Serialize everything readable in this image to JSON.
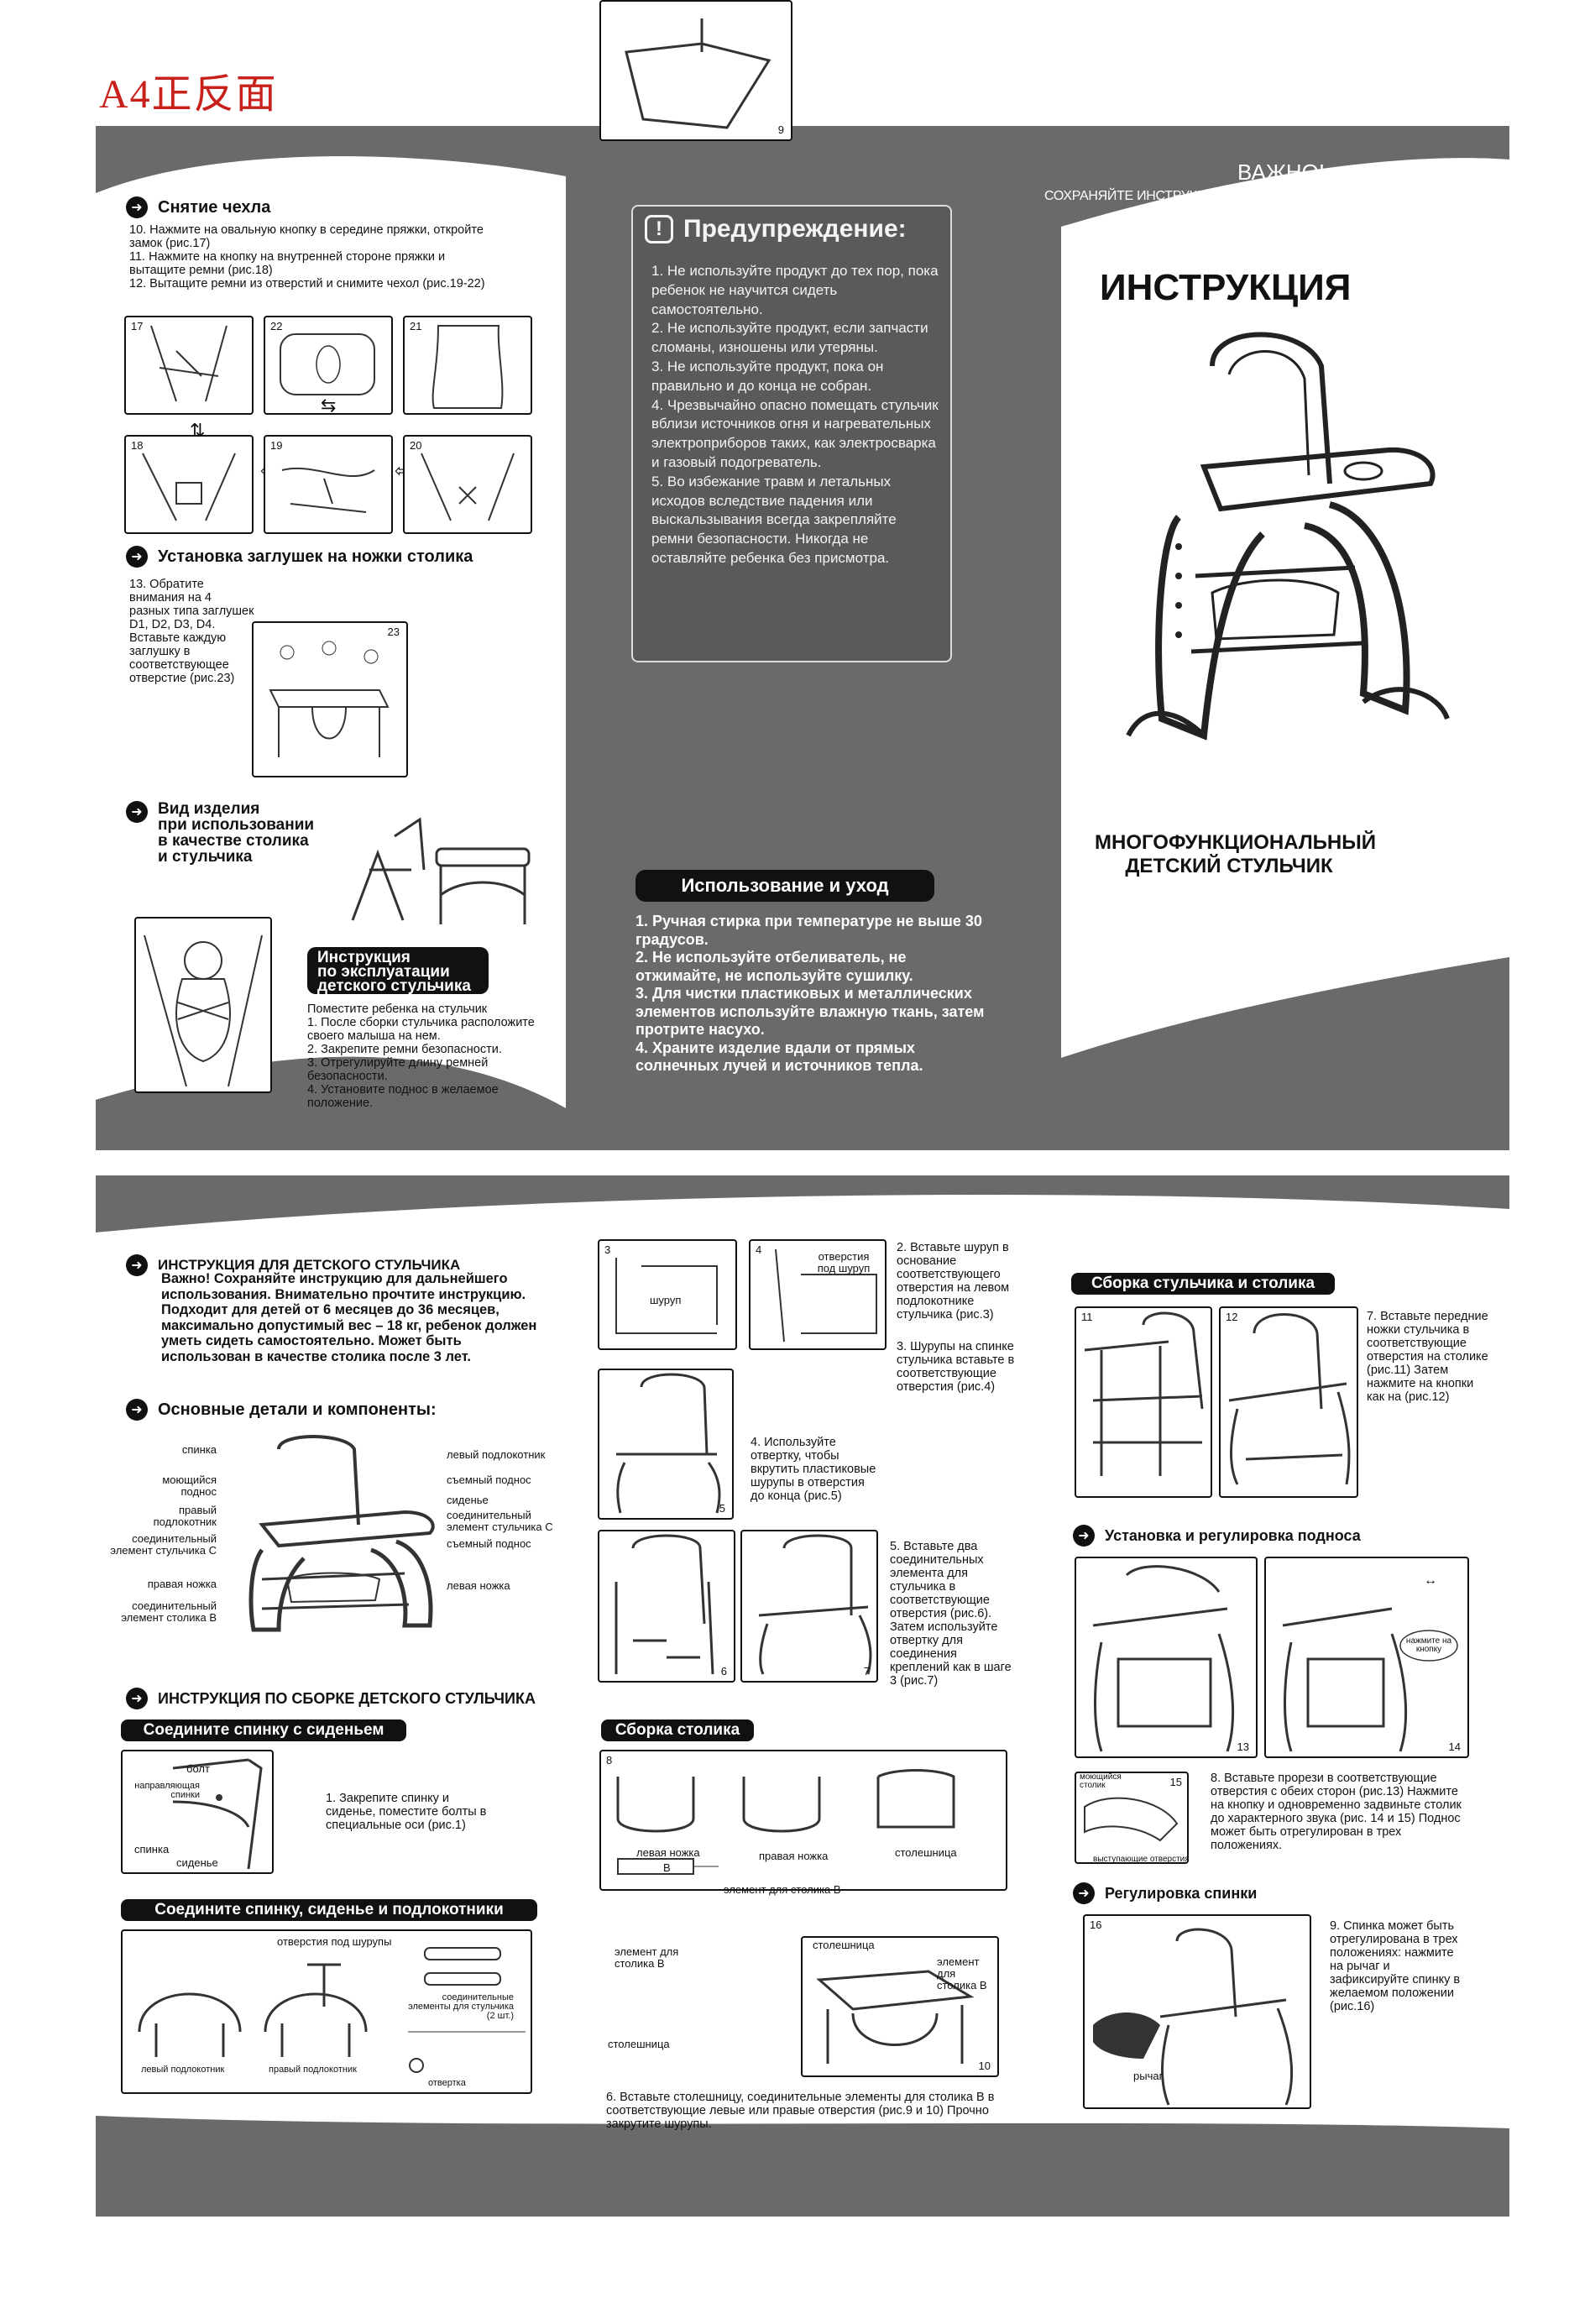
{
  "page_label": "A4正反面",
  "front": {
    "cover": {
      "important_title": "ВАЖНО!",
      "important_sub": "СОХРАНЯЙТЕ ИНСТРУКЦИЮ ДЛЯ ДАЛЬНЕЙШЕГО ИСПОЛЬЗОВАНИЯ",
      "title": "ИНСТРУКЦИЯ",
      "product_line1": "МНОГОФУНКЦИОНАЛЬНЫЙ",
      "product_line2": "ДЕТСКИЙ СТУЛЬЧИК"
    },
    "cover_removal": {
      "heading": "Снятие чехла",
      "steps": [
        "10. Нажмите на овальную кнопку в середине пряжки, откройте замок (рис.17)",
        "11. Нажмите на кнопку на внутренней стороне пряжки и вытащите ремни (рис.18)",
        "12. Вытащите ремни из отверстий и снимите чехол (рис.19-22)"
      ],
      "fig_nums": [
        "17",
        "22",
        "21",
        "18",
        "19",
        "20"
      ]
    },
    "plugs": {
      "heading": "Установка заглушек на ножки столика",
      "text": "13. Обратите внимания на 4 разных типа заглушек D1, D2, D3, D4. Вставьте каждую заглушку в соответствующее отверстие (рис.23)",
      "fig_num": "23"
    },
    "table_view": {
      "heading_l1": "Вид изделия",
      "heading_l2": "при использовании",
      "heading_l3": "в качестве столика",
      "heading_l4": "и стульчика"
    },
    "usage": {
      "pill_l1": "Инструкция",
      "pill_l2": "по эксплуатации",
      "pill_l3": "детского стульчика",
      "intro": "Поместите ребенка на стульчик",
      "steps": [
        "1. После сборки стульчика расположите своего малыша на нем.",
        "2. Закрепите ремни безопасности.",
        "3. Отрегулируйте длину ремней безопасности.",
        "4. Установите поднос в желаемое положение."
      ]
    },
    "warning": {
      "title": "Предупреждение:",
      "items": [
        "1. Не используйте продукт до тех пор, пока ребенок не научится сидеть самостоятельно.",
        "2. Не используйте продукт, если запчасти сломаны, изношены или утеряны.",
        "3. Не используйте продукт, пока он правильно и до конца не собран.",
        "4. Чрезвычайно опасно помещать стульчик вблизи источников огня и нагревательных электроприборов таких, как электросварка и газовый подогреватель.",
        "5. Во избежание травм и летальных исходов вследствие падения или выскальзывания всегда закрепляйте ремни безопасности. Никогда не оставляйте ребенка без присмотра."
      ]
    },
    "care": {
      "title": "Использование и уход",
      "items": [
        "1. Ручная стирка при температуре не выше 30 градусов.",
        "2. Не используйте отбеливатель, не отжимайте, не используйте сушилку.",
        "3. Для чистки пластиковых и металлических элементов используйте влажную ткань, затем протрите насухо.",
        "4. Храните изделие вдали от прямых солнечных лучей и источников тепла."
      ]
    }
  },
  "back": {
    "intro": {
      "heading": "ИНСТРУКЦИЯ ДЛЯ ДЕТСКОГО СТУЛЬЧИКА",
      "text": "Важно! Сохраняйте инструкцию для дальнейшего использования. Внимательно прочтите инструкцию. Подходит для детей от 6 месяцев до 36 месяцев, максимально допустимый вес – 18 кг, ребенок должен уметь сидеть самостоятельно. Может быть использован в качестве столика после 3 лет."
    },
    "parts": {
      "heading": "Основные детали и компоненты:",
      "left_labels": [
        "спинка",
        "моющийся поднос",
        "правый подлокотник",
        "соединительный элемент стульчика С",
        "правая ножка",
        "соединительный элемент столика В"
      ],
      "right_labels": [
        "левый подлокотник",
        "съемный поднос",
        "сиденье",
        "соединительный элемент стульчика С",
        "съемный поднос",
        "левая ножка"
      ]
    },
    "assembly": {
      "heading": "ИНСТРУКЦИЯ ПО СБОРКЕ ДЕТСКОГО СТУЛЬЧИКА",
      "s1_title": "Соедините спинку с сиденьем",
      "s1_labels": [
        "болт",
        "направляющая спинки",
        "спинка",
        "сиденье"
      ],
      "s1_text": "1. Закрепите спинку и сиденье, поместите болты в специальные оси (рис.1)",
      "s2_title": "Соедините спинку, сиденье и подлокотники",
      "s2_labels": [
        "отверстия под шурупы",
        "соединительные элементы для стульчика (2 шт.)",
        "левый подлокотник",
        "правый подлокотник",
        "отвертка"
      ]
    },
    "middle": {
      "fig3_num": "3",
      "fig3_label": "шуруп",
      "fig4_num": "4",
      "fig4_label": "отверстия под шуруп",
      "step2": "2. Вставьте шуруп в основание соответствующего отверстия на левом подлокотнике стульчика (рис.3)",
      "step3": "3. Шурупы на спинке стульчика вставьте в соответствующие отверстия (рис.4)",
      "fig5_num": "5",
      "step4": "4. Используйте отвертку, чтобы вкрутить пластиковые шурупы в отверстия до конца (рис.5)",
      "fig6_num": "6",
      "fig7_num": "7",
      "step5": "5. Вставьте два соединительных элемента для стульчика в соответствующие отверстия (рис.6). Затем используйте отвертку для соединения креплений как в шаге 3 (рис.7)",
      "table_title": "Сборка столика",
      "fig8_num": "8",
      "fig8_labels": [
        "левая ножка",
        "правая ножка",
        "столешница"
      ],
      "fig8_b": "B",
      "fig8_b_label": "элемент для столика В",
      "fig9_num": "9",
      "fig9_labels": [
        "элемент для столика В",
        "столешница"
      ],
      "fig10_num": "10",
      "fig10_labels": [
        "столешница",
        "элемент для столика В"
      ],
      "step6": "6. Вставьте столешницу, соединительные элементы для столика В в соответствующие левые или правые отверстия (рис.9 и 10) Прочно закрутите шурупы."
    },
    "right": {
      "chair_table_title": "Сборка стульчика и столика",
      "fig11_num": "11",
      "fig12_num": "12",
      "step7": "7. Вставьте передние ножки стульчика в соответствующие отверстия на столике (рис.11) Затем нажмите на кнопки как на (рис.12)",
      "tray_heading": "Установка и регулировка подноса",
      "fig13_num": "13",
      "fig14_num": "14",
      "fig14_label": "нажмите на кнопку",
      "fig15_num": "15",
      "fig15_labels": [
        "моющийся столик",
        "выступающие отверстия"
      ],
      "step8": "8. Вставьте прорези в соответствующие отверстия с обеих сторон (рис.13) Нажмите на кнопку и одновременно задвиньте столик до характерного звука (рис. 14 и 15) Поднос может быть отрегулирован в трех положениях.",
      "back_heading": "Регулировка спинки",
      "fig16_num": "16",
      "fig16_label": "рычаг",
      "step9": "9. Спинка может быть отрегулирована в трех положениях: нажмите на рычаг и зафиксируйте спинку в желаемом положении (рис.16)"
    }
  }
}
